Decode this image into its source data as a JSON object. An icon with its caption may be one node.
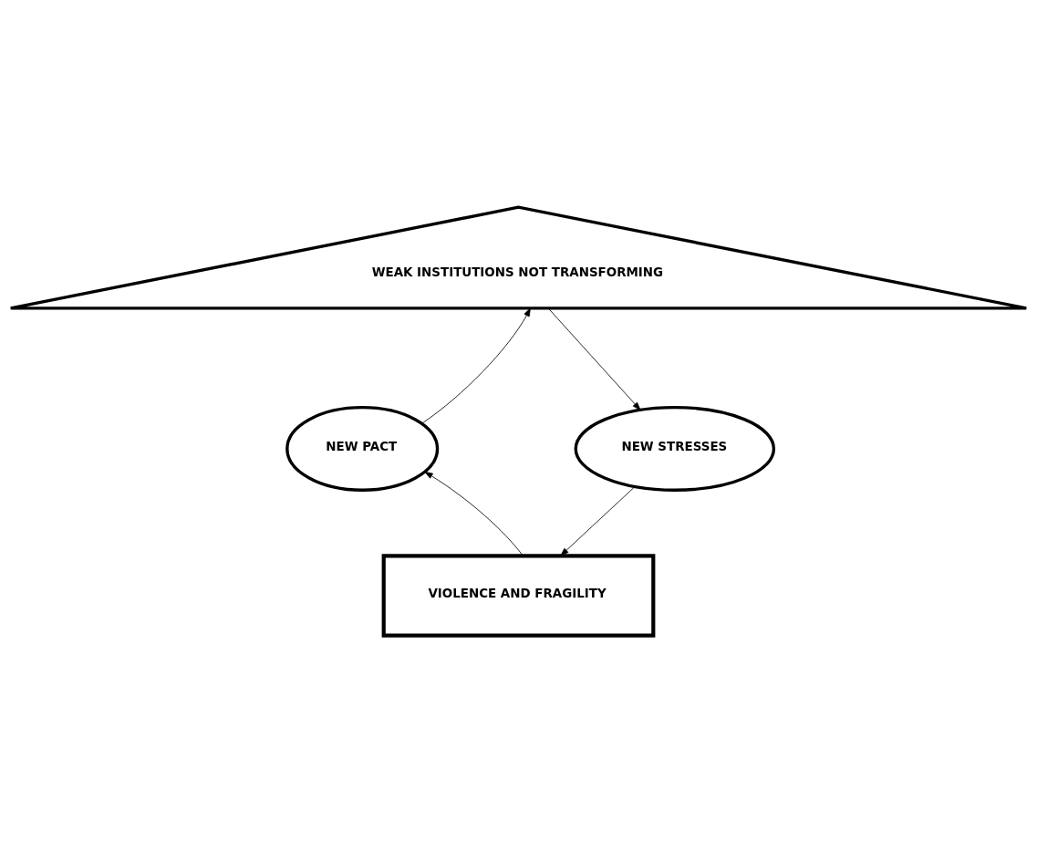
{
  "diagram": {
    "nodes": [
      {
        "text": [
          "WEAK INSTITUTIONS NOT TRANSFORMING"
        ]
      },
      {
        "text": [
          "NEW PACT"
        ]
      },
      {
        "text": [
          "NEW STRESSES"
        ]
      },
      {
        "text": [
          "VIOLENCE AND FRAGILITY"
        ]
      }
    ],
    "edges": [
      {
        "from": 1,
        "to": 0,
        "arrow": "to"
      },
      {
        "from": 0,
        "to": 2,
        "arrow": "to"
      },
      {
        "from": 2,
        "to": 3,
        "arrow": "to"
      },
      {
        "from": 3,
        "to": 1,
        "arrow": "to"
      }
    ]
  }
}
